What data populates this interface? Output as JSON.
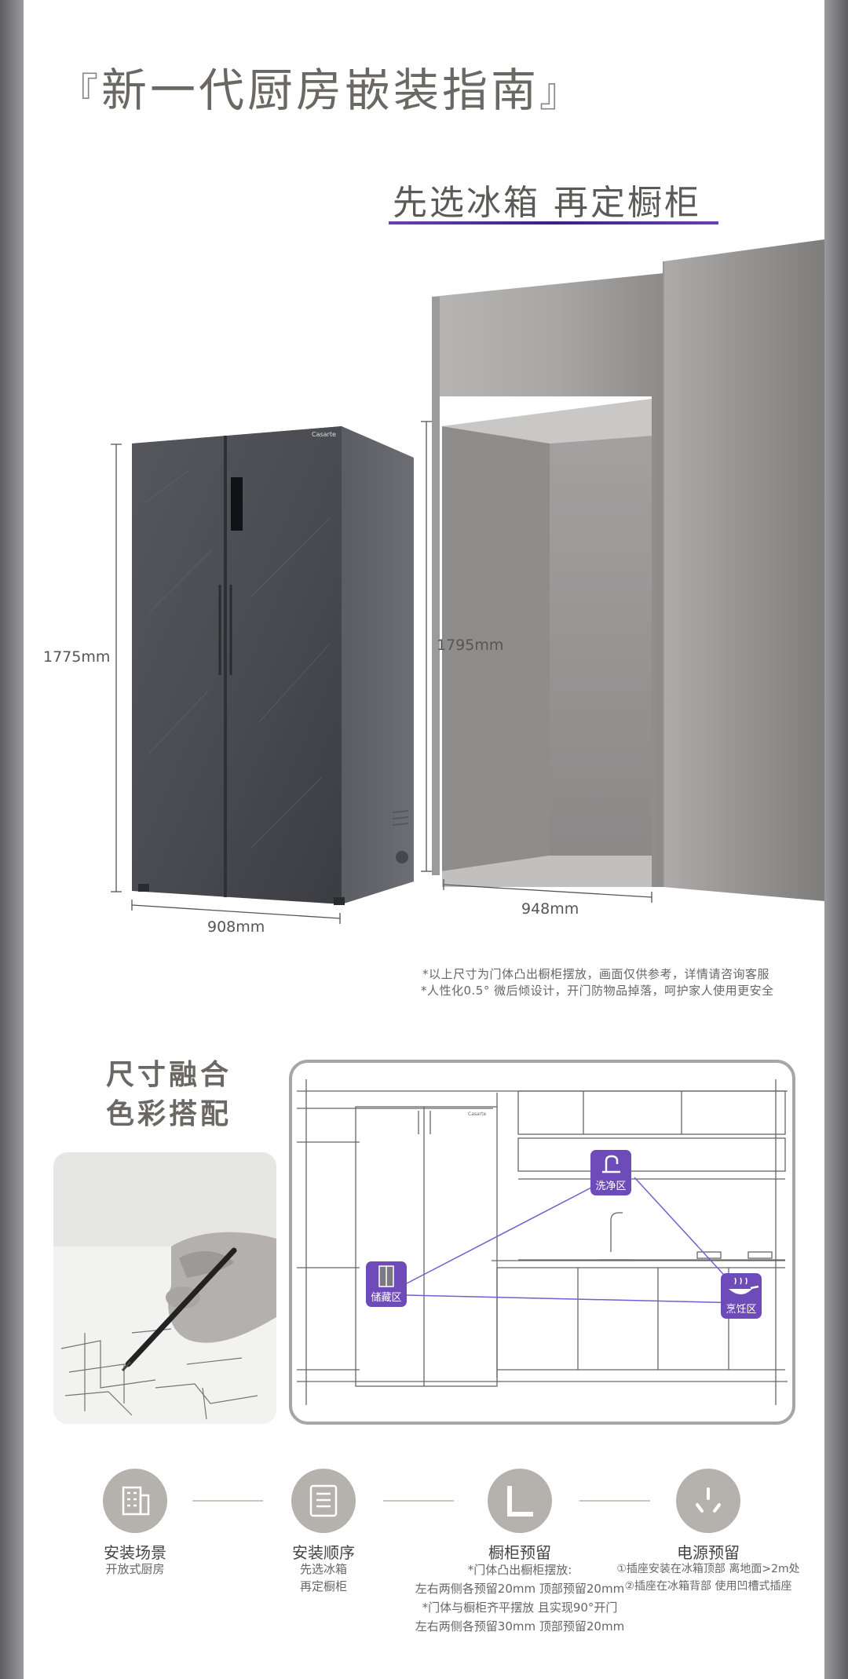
{
  "header": {
    "bracket_open": "『",
    "title": "新一代厨房嵌装指南",
    "bracket_close": "』",
    "subtitle": "先选冰箱 再定橱柜"
  },
  "fridge": {
    "brand": "Casarte",
    "height": "1775mm",
    "width": "908mm"
  },
  "cabinet": {
    "height": "1795mm",
    "width": "948mm"
  },
  "notes": [
    "*以上尺寸为门体凸出橱柜摆放，画面仅供参考，详情请咨询客服",
    "*人性化0.5°  微后倾设计，开门防物品掉落，呵护家人使用更安全"
  ],
  "section2": {
    "title_line1": "尺寸融合",
    "title_line2": "色彩搭配"
  },
  "zones": {
    "wash": "洗净区",
    "storage": "储藏区",
    "cook": "烹饪区"
  },
  "steps": [
    {
      "icon": "building-icon",
      "title": "安装场景",
      "desc": [
        "开放式厨房"
      ]
    },
    {
      "icon": "list-icon",
      "title": "安装顺序",
      "desc": [
        "先选冰箱",
        "再定橱柜"
      ]
    },
    {
      "icon": "corner-icon",
      "title": "橱柜预留",
      "desc": [
        "*门体凸出橱柜摆放:",
        "左右两侧各预留20mm  顶部预留20mm",
        "*门体与橱柜齐平摆放  且实现90°开门",
        "左右两侧各预留30mm  顶部预留20mm"
      ]
    },
    {
      "icon": "power-socket-icon",
      "title": "电源预留",
      "desc": [
        "①插座安装在冰箱顶部   离地面>2m处",
        "②插座在冰箱背部   使用凹槽式插座"
      ]
    }
  ],
  "colors": {
    "accent": "#6d4bb8",
    "title_gray": "#6b6864",
    "icon_circle": "#b5b2ae"
  }
}
